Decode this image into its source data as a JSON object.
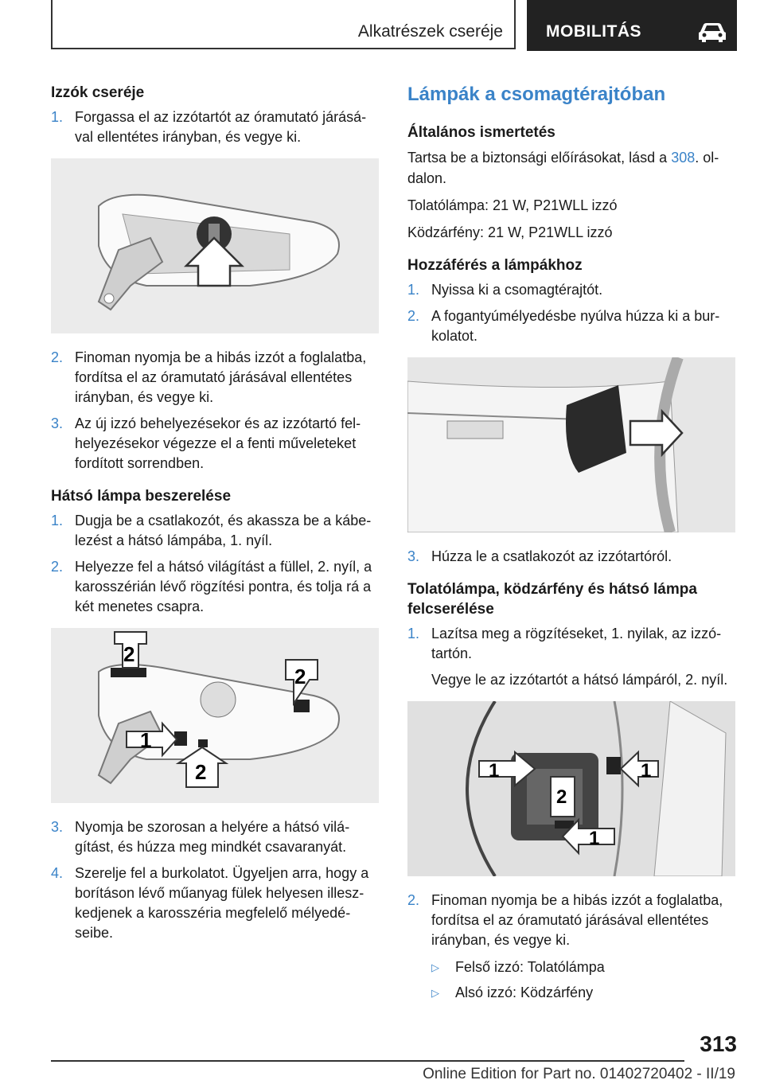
{
  "header": {
    "section": "Alkatrészek cseréje",
    "chapter": "MOBILITÁS",
    "chapter_icon": "car-icon"
  },
  "left": {
    "h_izzok": "Izzók cseréje",
    "steps_a": [
      {
        "num": "1.",
        "text": "Forgassa el az izzótartót az óramutató járásá­val ellentétes irányban, és vegye ki."
      }
    ],
    "steps_b": [
      {
        "num": "2.",
        "text": "Finoman nyomja be a hibás izzót a foglalatba, fordítsa el az óramutató járásával ellentétes irányban, és vegye ki."
      },
      {
        "num": "3.",
        "text": "Az új izzó behelyezésekor és az izzótartó fel­helyezésekor végezze el a fenti műveleteket fordított sorrendben."
      }
    ],
    "h_hatso": "Hátsó lámpa beszerelése",
    "steps_c": [
      {
        "num": "1.",
        "text": "Dugja be a csatlakozót, és akassza be a kábe­lezést a hátsó lámpába, 1. nyíl."
      },
      {
        "num": "2.",
        "text": "Helyezze fel a hátsó világítást a füllel, 2. nyíl, a karosszérián lévő rögzítési pontra, és tolja rá a két menetes csapra."
      }
    ],
    "fig2_labels": [
      "2",
      "2",
      "1",
      "2"
    ],
    "steps_d": [
      {
        "num": "3.",
        "text": "Nyomja be szorosan a helyére a hátsó vilá­gítást, és húzza meg mindkét csavaranyát."
      },
      {
        "num": "4.",
        "text": "Szerelje fel a burkolatot. Ügyeljen arra, hogy a borításon lévő műanyag fülek helyesen illesz­kedjenek a karosszéria megfelelő mélyedé­seibe."
      }
    ]
  },
  "right": {
    "title": "Lámpák a csomagtérajtóban",
    "h_altalanos": "Általános ismertetés",
    "intro_before": "Tartsa be a biztonsági előírásokat, lásd a ",
    "intro_link": "308",
    "intro_after": ". ol­dalon.",
    "line1": "Tolatólámpa: 21 W, P21WLL izzó",
    "line2": "Ködzárfény: 21 W, P21WLL izzó",
    "h_hozzaferes": "Hozzáférés a lámpákhoz",
    "steps_a": [
      {
        "num": "1.",
        "text": "Nyissa ki a csomagtérajtót."
      },
      {
        "num": "2.",
        "text": "A fogantyúmélyedésbe nyúlva húzza ki a bur­kolatot."
      }
    ],
    "steps_b": [
      {
        "num": "3.",
        "text": "Húzza le a csatlakozót az izzótartóról."
      }
    ],
    "h_tolato": "Tolatólámpa, ködzárfény és hátsó lámpa felcserélése",
    "step_c1": {
      "num": "1.",
      "text": "Lazítsa meg a rögzítéseket, 1. nyilak, az izzó­tartón.",
      "cont": "Vegye le az izzótartót a hátsó lámpáról, 2. nyíl."
    },
    "fig4_labels": [
      "1",
      "1",
      "2",
      "1"
    ],
    "step_d": {
      "num": "2.",
      "text": "Finoman nyomja be a hibás izzót a foglalatba, fordítsa el az óramutató járásával ellentétes irányban, és vegye ki."
    },
    "bullets": [
      "Felső izzó: Tolatólámpa",
      "Alsó izzó: Ködzárfény"
    ]
  },
  "footer": {
    "page": "313",
    "edition": "Online Edition for Part no. 01402720402 - II/19"
  }
}
